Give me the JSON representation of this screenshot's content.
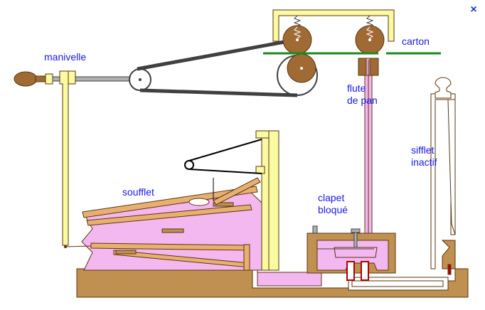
{
  "labels": {
    "manivelle": "manivelle",
    "carton": "carton",
    "flute_line1": "flute",
    "flute_line2": "de pan",
    "sifflet_line1": "sifflet",
    "sifflet_line2": "inactif",
    "soufflet": "soufflet",
    "clapet_line1": "clapet",
    "clapet_line2": "bloqué"
  },
  "close_button": "×",
  "colors": {
    "base_wood": "#c09050",
    "wood_dark": "#6b3f12",
    "pink_air": "#f4b8f0",
    "yellow_frame": "#fafaa0",
    "roller_brown": "#a06a35",
    "carton_green": "#1a8a1a",
    "label_blue": "#1a1ae6",
    "belt_dark": "#404040"
  }
}
